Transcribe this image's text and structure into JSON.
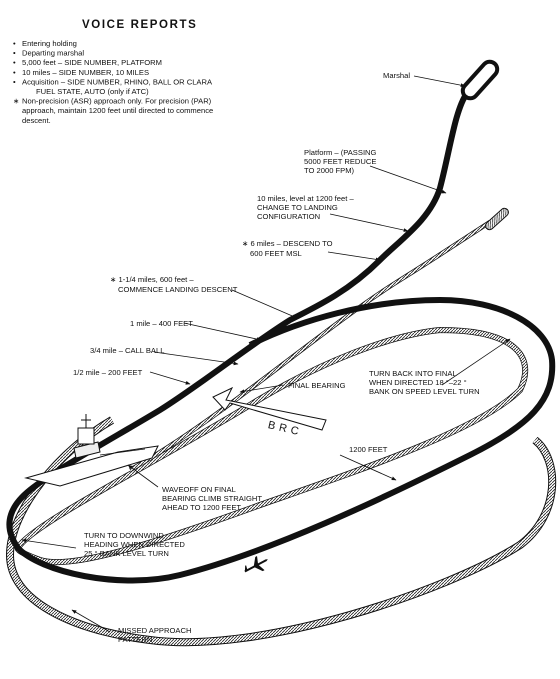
{
  "voice_reports": {
    "title": "VOICE REPORTS",
    "items": [
      {
        "bullet": "•",
        "text": "Entering holding"
      },
      {
        "bullet": "•",
        "text": "Departing marshal"
      },
      {
        "bullet": "•",
        "text": "5,000 feet – SIDE NUMBER, PLATFORM"
      },
      {
        "bullet": "•",
        "text": "10 miles – SIDE NUMBER, 10 MILES"
      },
      {
        "bullet": "•",
        "text": "Acquisition – SIDE NUMBER, RHINO, BALL OR CLARA"
      },
      {
        "bullet": "",
        "text": "FUEL STATE, AUTO (only if ATC)"
      },
      {
        "bullet": "∗",
        "text": "Non-precision (ASR) approach only. For precision (PAR)"
      },
      {
        "bullet": "",
        "text": "approach, maintain 1200 feet until directed to commence"
      },
      {
        "bullet": "",
        "text": "descent."
      }
    ]
  },
  "labels": {
    "marshal": "Marshal",
    "platform": [
      "Platform – (PASSING",
      "5000 FEET REDUCE",
      "TO 2000 FPM)"
    ],
    "ten_miles": [
      "10 miles, level at 1200 feet –",
      "CHANGE TO LANDING",
      "CONFIGURATION"
    ],
    "six_miles": [
      "∗ 6 miles – DESCEND TO",
      "600 FEET MSL"
    ],
    "one_quarter": [
      "∗ 1-1/4 miles, 600 feet –",
      "COMMENCE LANDING DESCENT"
    ],
    "one_mile": "1 mile – 400 FEET",
    "three_quarter": "3/4 mile – CALL BALL",
    "half_mile": "1/2 mile – 200 FEET",
    "final_bearing": "FINAL BEARING",
    "brc": "BRC",
    "turn_back": [
      "TURN BACK INTO FINAL",
      "WHEN DIRECTED 18 °–22 °",
      "BANK ON SPEED LEVEL TURN"
    ],
    "twelve_hundred": "1200 FEET",
    "waveoff": [
      "WAVEOFF ON FINAL",
      "BEARING CLIMB STRAIGHT",
      "AHEAD TO 1200 FEET"
    ],
    "turn_downwind": [
      "TURN TO DOWNWIND",
      "HEADING WHEN DIRECTED",
      "25 ° BANK LEVEL TURN"
    ],
    "missed_approach": [
      "MISSED APPROACH",
      "PATTERN"
    ]
  }
}
